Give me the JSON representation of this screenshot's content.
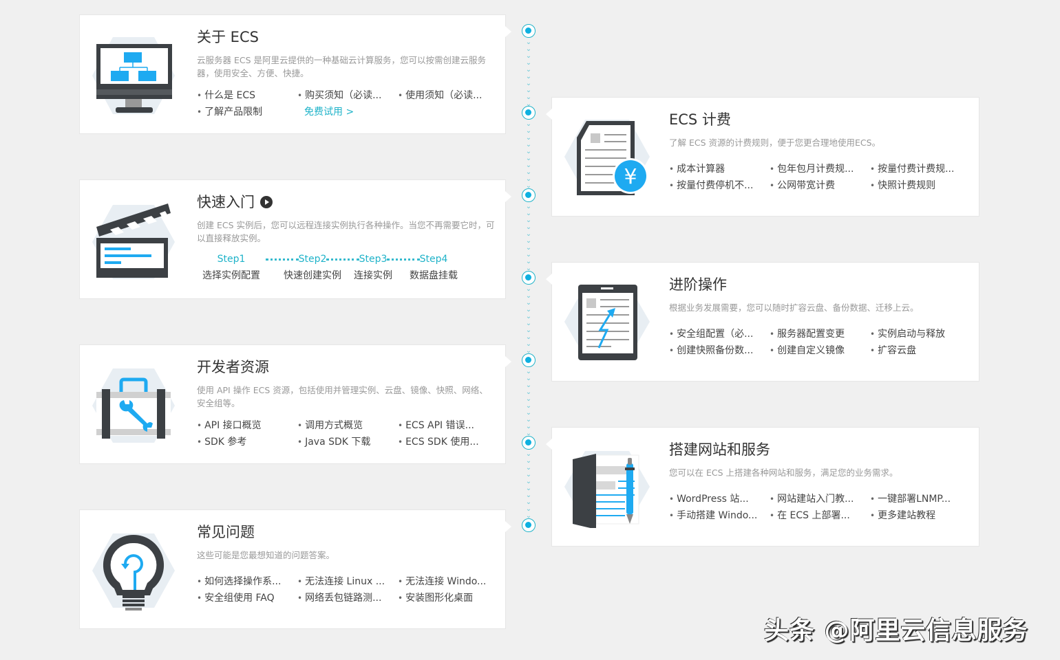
{
  "colors": {
    "accent": "#1fb3c9",
    "node": "#0fb0e0",
    "icon_blue": "#1eaaf1",
    "icon_dark": "#3c4044",
    "background": "#f0f0f0"
  },
  "cards": [
    {
      "id": "about-ecs",
      "side": "left",
      "icon": "monitor-icon",
      "title": "关于 ECS",
      "description": "云服务器 ECS 是阿里云提供的一种基础云计算服务，您可以按需创建云服务器，使用安全、方便、快捷。",
      "links": [
        "什么是 ECS",
        "购买须知（必读...",
        "使用须知（必读...",
        "了解产品限制"
      ],
      "cta": "免费试用 >"
    },
    {
      "id": "ecs-billing",
      "side": "right",
      "icon": "invoice-yuan-icon",
      "title": "ECS 计费",
      "description": "了解 ECS 资源的计费规则，便于您更合理地使用ECS。",
      "links": [
        "成本计算器",
        "包年包月计费规...",
        "按量付费计费规...",
        "按量付费停机不...",
        "公网带宽计费",
        "快照计费规则"
      ]
    },
    {
      "id": "quick-start",
      "side": "left",
      "icon": "clapperboard-icon",
      "title": "快速入门",
      "description": "创建 ECS 实例后，您可以远程连接实例执行各种操作。当您不再需要它时，可以直接释放实例。",
      "steps": [
        {
          "label": "Step1",
          "name": "选择实例配置"
        },
        {
          "label": "Step2",
          "name": "快速创建实例"
        },
        {
          "label": "Step3",
          "name": "连接实例"
        },
        {
          "label": "Step4",
          "name": "数据盘挂载"
        }
      ]
    },
    {
      "id": "advanced-ops",
      "side": "right",
      "icon": "tablet-bolt-icon",
      "title": "进阶操作",
      "description": "根据业务发展需要，您可以随时扩容云盘、备份数据、迁移上云。",
      "links": [
        "安全组配置（必...",
        "服务器配置变更",
        "实例启动与释放",
        "创建快照备份数...",
        "创建自定义镜像",
        "扩容云盘"
      ]
    },
    {
      "id": "developer-resources",
      "side": "left",
      "icon": "toolbox-wrench-icon",
      "title": "开发者资源",
      "description": "使用 API 操作 ECS 资源，包括使用并管理实例、云盘、镜像、快照、网络、安全组等。",
      "links": [
        "API 接口概览",
        "调用方式概览",
        "ECS API 错误...",
        "SDK 参考",
        "Java SDK 下载",
        "ECS SDK 使用..."
      ]
    },
    {
      "id": "build-website",
      "side": "right",
      "icon": "document-pen-icon",
      "title": "搭建网站和服务",
      "description": "您可以在 ECS 上搭建各种网站和服务，满足您的业务需求。",
      "links": [
        "WordPress 站...",
        "网站建站入门教...",
        "一键部署LNMP...",
        "手动搭建 Windo...",
        "在 ECS 上部署...",
        "更多建站教程"
      ]
    },
    {
      "id": "faq",
      "side": "left",
      "icon": "lightbulb-icon",
      "title": "常见问题",
      "description": "这些可能是您最想知道的问题答案。",
      "links": [
        "如何选择操作系...",
        "无法连接 Linux ...",
        "无法连接 Windo...",
        "安全组使用 FAQ",
        "网络丢包链路测...",
        "安装图形化桌面"
      ]
    }
  ],
  "watermark": "头条 @阿里云信息服务"
}
